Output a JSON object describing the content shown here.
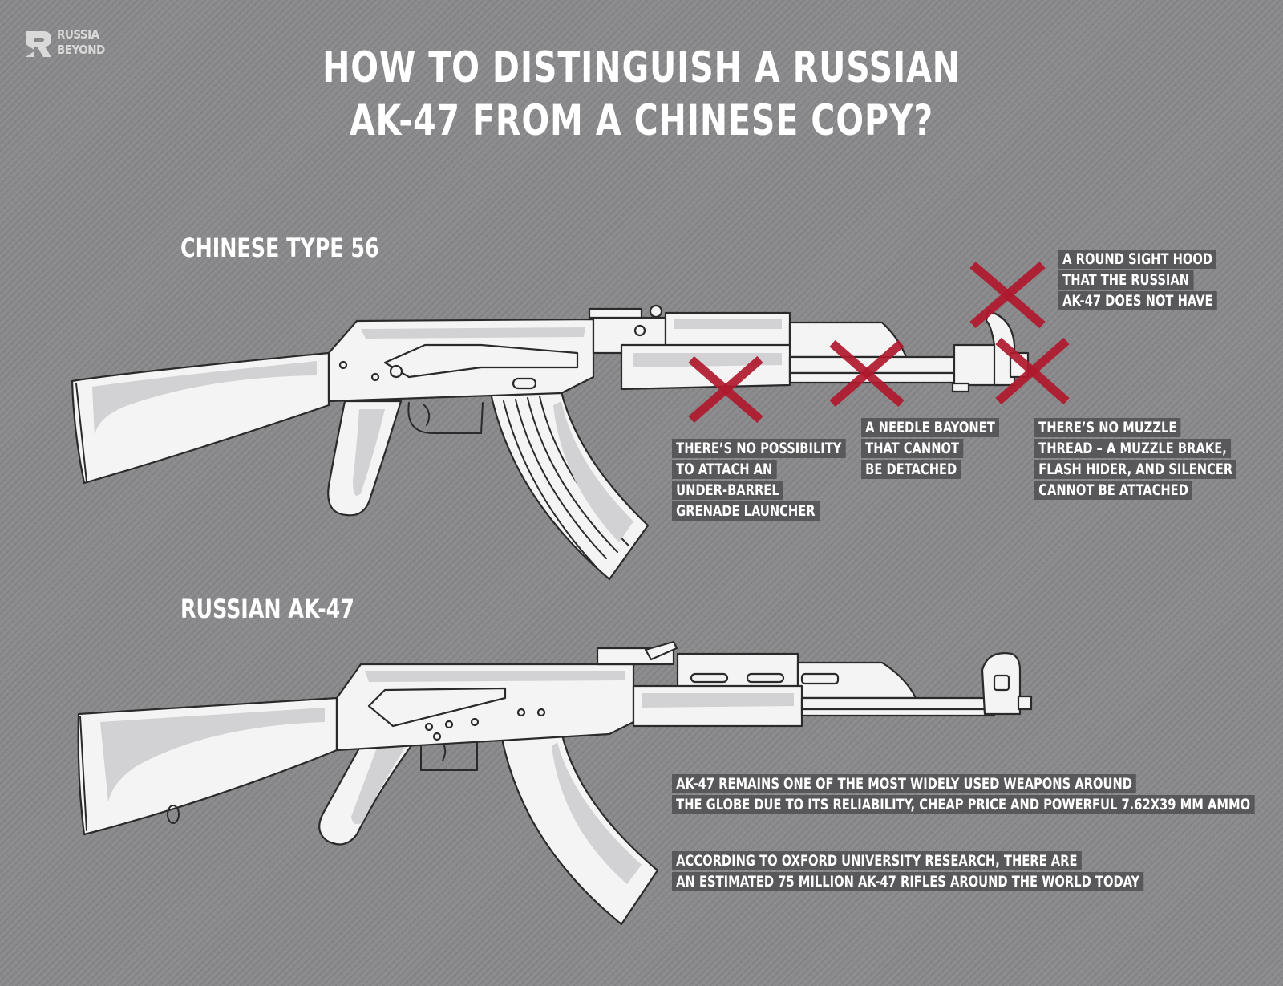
{
  "brand": {
    "line1": "RUSSIA",
    "line2": "BEYOND"
  },
  "title": {
    "line1": "HOW TO DISTINGUISH A RUSSIAN",
    "line2": "AK-47 FROM A CHINESE COPY?"
  },
  "chinese": {
    "heading": "CHINESE TYPE 56",
    "callouts": [
      {
        "lines": [
          "A ROUND SIGHT HOOD",
          "THAT THE RUSSIAN",
          "AK-47 DOES NOT HAVE"
        ]
      },
      {
        "lines": [
          "THERE’S NO POSSIBILITY",
          "TO ATTACH AN",
          "UNDER-BARREL",
          "GRENADE LAUNCHER"
        ]
      },
      {
        "lines": [
          "A NEEDLE BAYONET",
          "THAT CANNOT",
          "BE DETACHED"
        ]
      },
      {
        "lines": [
          "THERE’S NO MUZZLE",
          "THREAD – A MUZZLE BRAKE,",
          "FLASH HIDER, AND SILENCER",
          "CANNOT BE ATTACHED"
        ]
      }
    ]
  },
  "russian": {
    "heading": "RUSSIAN AK-47",
    "facts": [
      {
        "lines": [
          "AK-47 REMAINS ONE OF THE MOST WIDELY USED WEAPONS AROUND",
          "THE GLOBE DUE TO ITS RELIABILITY, CHEAP PRICE AND POWERFUL 7.62X39 MM AMMO"
        ]
      },
      {
        "lines": [
          "ACCORDING TO OXFORD UNIVERSITY RESEARCH, THERE ARE",
          "AN ESTIMATED 75 MILLION AK-47 RIFLES AROUND THE WORLD TODAY"
        ]
      }
    ]
  },
  "colors": {
    "cross": "#b0192e",
    "label_bg": "#58585a",
    "rifle_fill": "#f4f4f4",
    "rifle_shade": "#d2d2d4",
    "outline": "#2a2a2a"
  },
  "icons": [
    "russia-beyond-logo-icon",
    "cross-mark-icon"
  ]
}
